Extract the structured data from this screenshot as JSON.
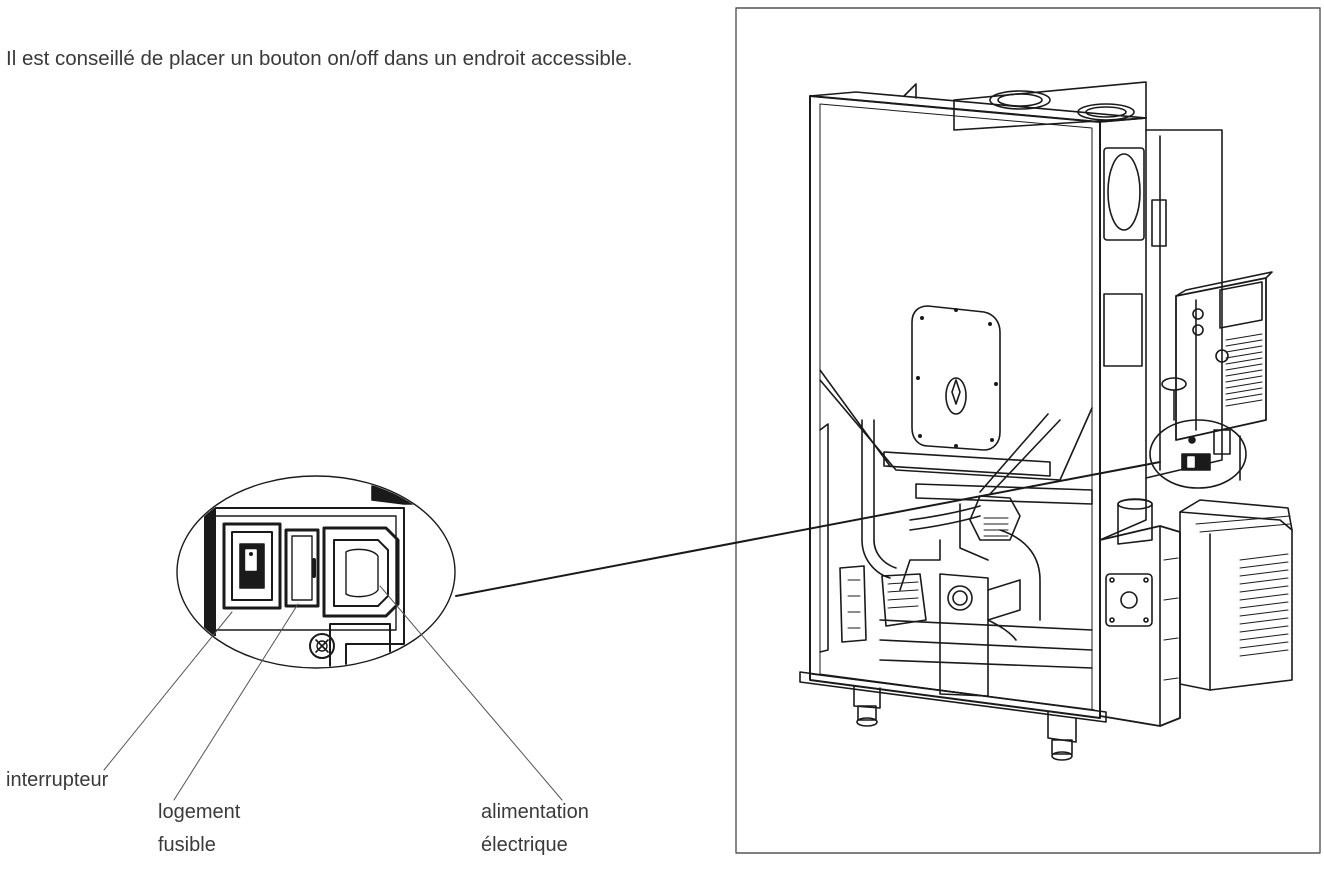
{
  "intro_text": "Il est conseillé de placer un bouton on/off dans un endroit accessible.",
  "labels": {
    "interrupteur": "interrupteur",
    "logement_fusible": [
      "logement",
      "fusible"
    ],
    "alimentation_electrique": [
      "alimentation",
      "électrique"
    ]
  },
  "colors": {
    "ink": "#1a1a1a",
    "text": "#3a3a3a",
    "frame": "#555555"
  }
}
